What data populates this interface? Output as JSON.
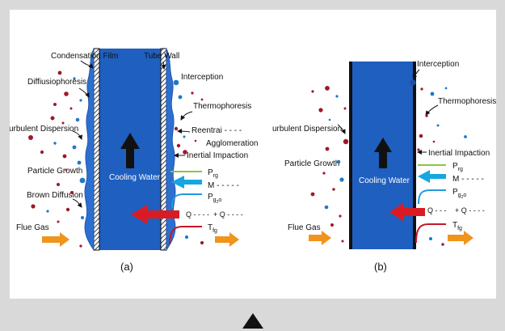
{
  "panel_a": {
    "labels": {
      "condensation_film": "Condensation Film",
      "tube_wall": "Tube Wall",
      "diffusiophoresis": "Diffiusiophoresis",
      "turbulent_dispersion": "urbulent Dispersion",
      "particle_growth": "Particle Growth",
      "brown_diffusion": "Brown Diffusion",
      "flue_gas": "Flue Gas",
      "cooling_water": "Cooling Water",
      "interception": "Interception",
      "thermophoresis": "Thermophoresis",
      "reentrainment": "Reentrai - - - -",
      "agglomeration": "Agglomeration",
      "inertial_impaction": "Inertial Impaction",
      "p_rg": "P",
      "p_rg_sub": "rg",
      "m": "M - - - - -",
      "p_h2o": "P",
      "p_h2o_sub": "g",
      "p_h2o_sub2": "2",
      "p_h2o_tail": "o",
      "q": "Q - - - -",
      "plus_q": "+ Q - - - -",
      "t_fg": "T",
      "t_fg_sub": "fg",
      "caption": "(a)"
    }
  },
  "panel_b": {
    "labels": {
      "interception": "Interception",
      "thermophoresis": "Thermophoresis",
      "turbulent_dispersion": "urbulent Dispersion",
      "particle_growth": "Particle Growth",
      "inertial_impaction": "Inertial Impaction",
      "flue_gas": "Flue Gas",
      "cooling_water": "Cooling Water",
      "p_rg": "P",
      "p_rg_sub": "rg",
      "m": "M - - - - -",
      "p_h2o": "P",
      "p_h2o_sub": "g",
      "p_h2o_sub2": "2",
      "p_h2o_tail": "o",
      "q": "Q - - -",
      "plus_q": "+ Q - - - -",
      "t_fg": "T",
      "t_fg_sub": "fg",
      "caption": "(b)"
    }
  },
  "colors": {
    "cooling_water": "#1f5fbf",
    "flue_gas_arrow": "#f0941c",
    "m_arrow": "#16a6e0",
    "q_arrow": "#d91c24",
    "p_rg_line": "#8cc63e",
    "p_h2o_line": "#1f9be0",
    "t_fg_line": "#c4182a",
    "particle_red": "#a01828",
    "particle_blue": "#1f78c8"
  }
}
